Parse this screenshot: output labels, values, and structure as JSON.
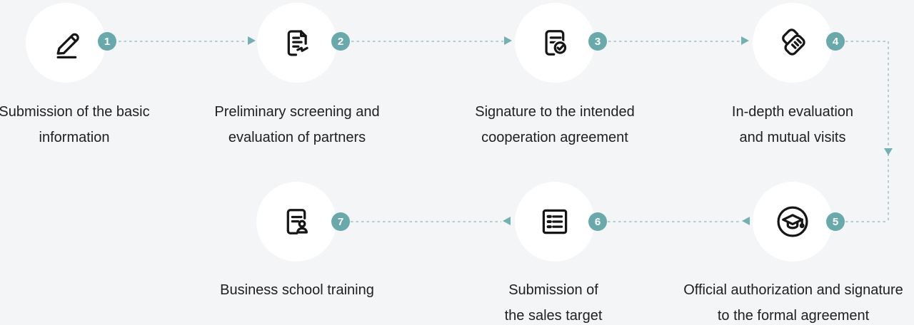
{
  "theme": {
    "bg": "#f4f5f7",
    "circle_bg": "#ffffff",
    "icon_color": "#161616",
    "text_color": "#202020",
    "badge_bg": "#69a9ac",
    "badge_text": "#ffffff",
    "dash_color": "#aed0d2",
    "arrow_color": "#74afb3"
  },
  "flow": {
    "steps": [
      {
        "number": "1",
        "icon": "pencil-line-icon",
        "line1": "Submission of the basic",
        "line2": "information"
      },
      {
        "number": "2",
        "icon": "document-signature-icon",
        "line1": "Preliminary screening and",
        "line2": "evaluation of partners"
      },
      {
        "number": "3",
        "icon": "document-check-icon",
        "line1": "Signature to the intended",
        "line2": "cooperation agreement"
      },
      {
        "number": "4",
        "icon": "handshake-icon",
        "line1": "In-depth evaluation",
        "line2": "and mutual visits"
      },
      {
        "number": "5",
        "icon": "graduation-cap-circle-icon",
        "line1": "Official authorization and signature",
        "line2": "to the formal agreement"
      },
      {
        "number": "6",
        "icon": "checklist-icon",
        "line1": "Submission of",
        "line2": "the sales target"
      },
      {
        "number": "7",
        "icon": "document-user-icon",
        "line1": "Business school training",
        "line2": ""
      }
    ]
  }
}
